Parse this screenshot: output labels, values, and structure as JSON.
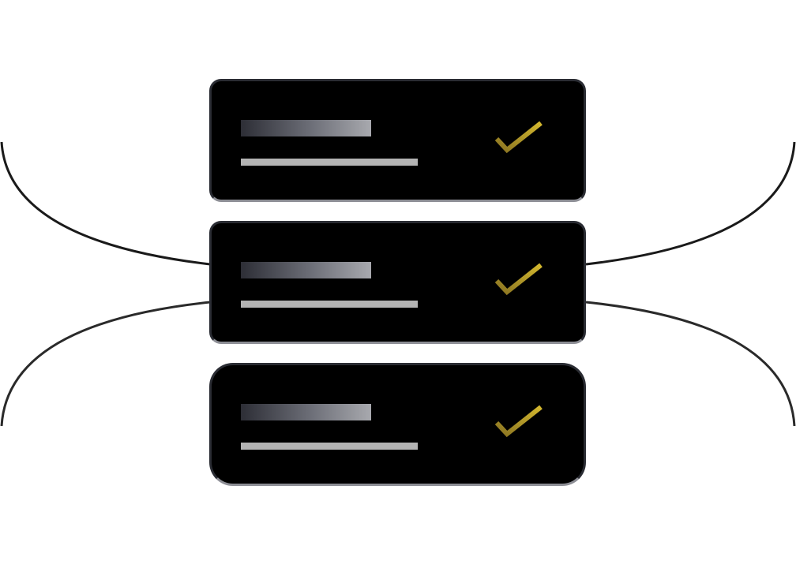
{
  "diagram": {
    "colors": {
      "background": "#ffffff",
      "card_fill": "#000000",
      "card_border": "#2a2c33",
      "connector": "#1a1a1a",
      "check_light": "#d4b82e",
      "check_dark": "#8a7422",
      "placeholder_line": "#b4b4b4"
    },
    "cards": [
      {
        "status_icon": "checkmark-icon",
        "checked": true
      },
      {
        "status_icon": "checkmark-icon",
        "checked": true
      },
      {
        "status_icon": "checkmark-icon",
        "checked": true
      }
    ],
    "connectors": [
      "curve-top-left",
      "curve-top-right",
      "curve-bottom-left",
      "curve-bottom-right"
    ]
  }
}
